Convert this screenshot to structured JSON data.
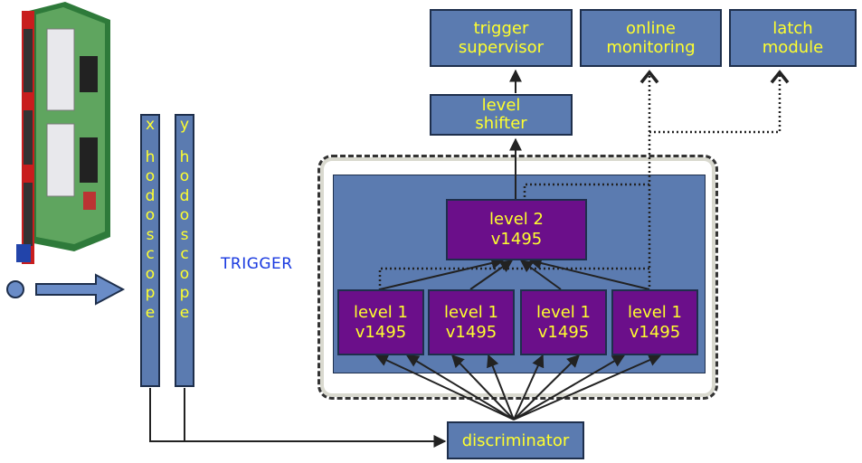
{
  "trigger_label": "TRIGGER",
  "hodoscopes": [
    {
      "letters": [
        "x",
        "h",
        "o",
        "d",
        "o",
        "s",
        "c",
        "o",
        "p",
        "e"
      ]
    },
    {
      "letters": [
        "y",
        "h",
        "o",
        "d",
        "o",
        "s",
        "c",
        "o",
        "p",
        "e"
      ]
    }
  ],
  "top_boxes": {
    "trigger_supervisor": [
      "trigger",
      "supervisor"
    ],
    "online_monitoring": [
      "online",
      "monitoring"
    ],
    "latch_module": [
      "latch",
      "module"
    ]
  },
  "level_shifter": [
    "level",
    "shifter"
  ],
  "level2": [
    "level 2",
    "v1495"
  ],
  "level1_boxes": [
    [
      "level 1",
      "v1495"
    ],
    [
      "level 1",
      "v1495"
    ],
    [
      "level 1",
      "v1495"
    ],
    [
      "level 1",
      "v1495"
    ]
  ],
  "discriminator": "discriminator",
  "colors": {
    "box_fill": "#5b7bb0",
    "box_text": "#ffff2e",
    "purple_fill": "#6b0f8a",
    "trigger_label": "#1a3ae0"
  }
}
